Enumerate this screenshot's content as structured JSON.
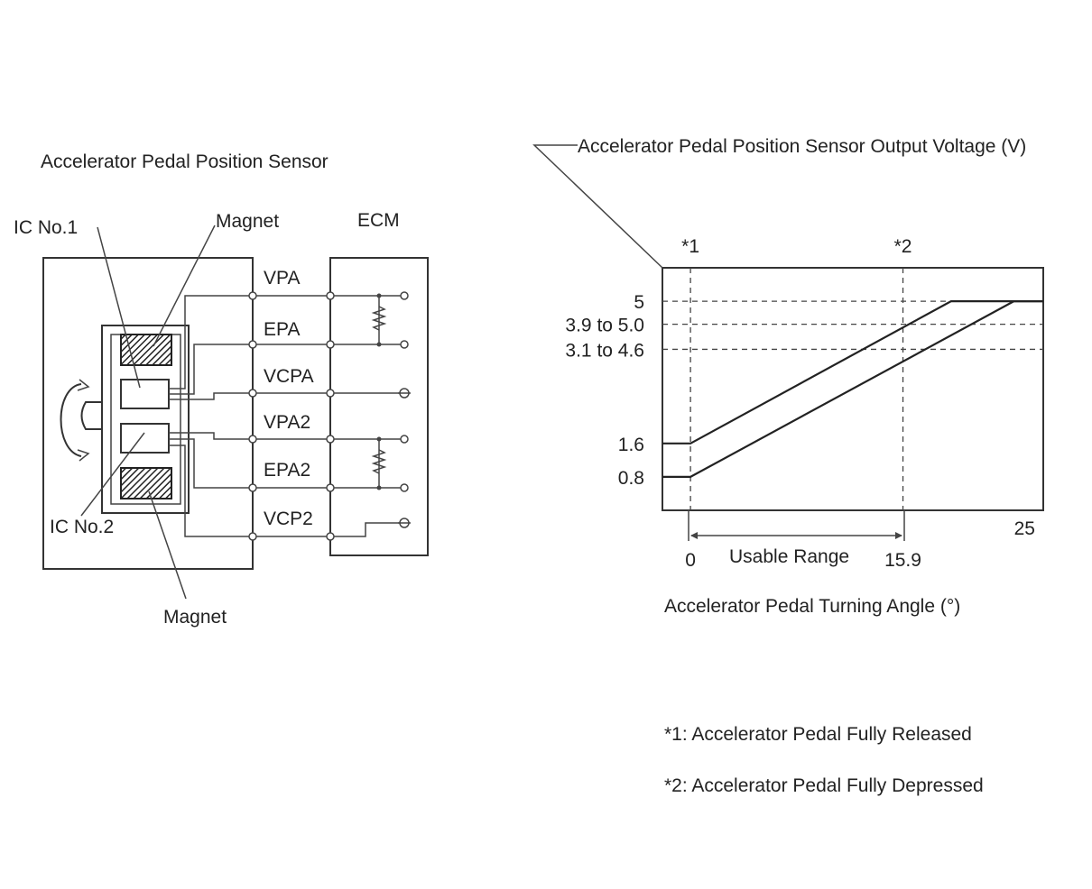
{
  "sensor": {
    "title": "Accelerator Pedal Position Sensor",
    "ic1_label": "IC No.1",
    "ic2_label": "IC No.2",
    "magnet_top_label": "Magnet",
    "magnet_bottom_label": "Magnet",
    "ecm_label": "ECM",
    "terminals": [
      "VPA",
      "EPA",
      "VCPA",
      "VPA2",
      "EPA2",
      "VCP2"
    ]
  },
  "chart_data": {
    "type": "line",
    "title": "",
    "xlabel": "Accelerator Pedal Turning Angle (°)",
    "ylabel": "Accelerator Pedal Position Sensor Output Voltage (V)",
    "xlim": [
      -2.1,
      26.4
    ],
    "ylim": [
      0,
      5.8
    ],
    "x_ticks": [
      {
        "value": 0,
        "label": "0"
      },
      {
        "value": 15.9,
        "label": "15.9"
      },
      {
        "value": 25,
        "label": "25"
      }
    ],
    "y_ticks": [
      {
        "value": 5,
        "label": "5"
      },
      {
        "value": 4.45,
        "label": "3.9 to 5.0"
      },
      {
        "value": 3.85,
        "label": "3.1 to 4.6"
      },
      {
        "value": 1.6,
        "label": "1.6"
      },
      {
        "value": 0.8,
        "label": "0.8"
      }
    ],
    "series": [
      {
        "x": [
          -2.1,
          0,
          19.5,
          26.4
        ],
        "y": [
          1.6,
          1.6,
          5,
          5
        ]
      },
      {
        "x": [
          -2.1,
          0,
          24.2,
          26.4
        ],
        "y": [
          0.8,
          0.8,
          5,
          5
        ]
      }
    ],
    "markers": [
      {
        "x": 0,
        "label": "*1"
      },
      {
        "x": 15.9,
        "label": "*2"
      }
    ],
    "range_label": "Usable Range",
    "grid": false
  },
  "notes": [
    "*1: Accelerator Pedal Fully Released",
    "*2: Accelerator Pedal Fully Depressed"
  ]
}
